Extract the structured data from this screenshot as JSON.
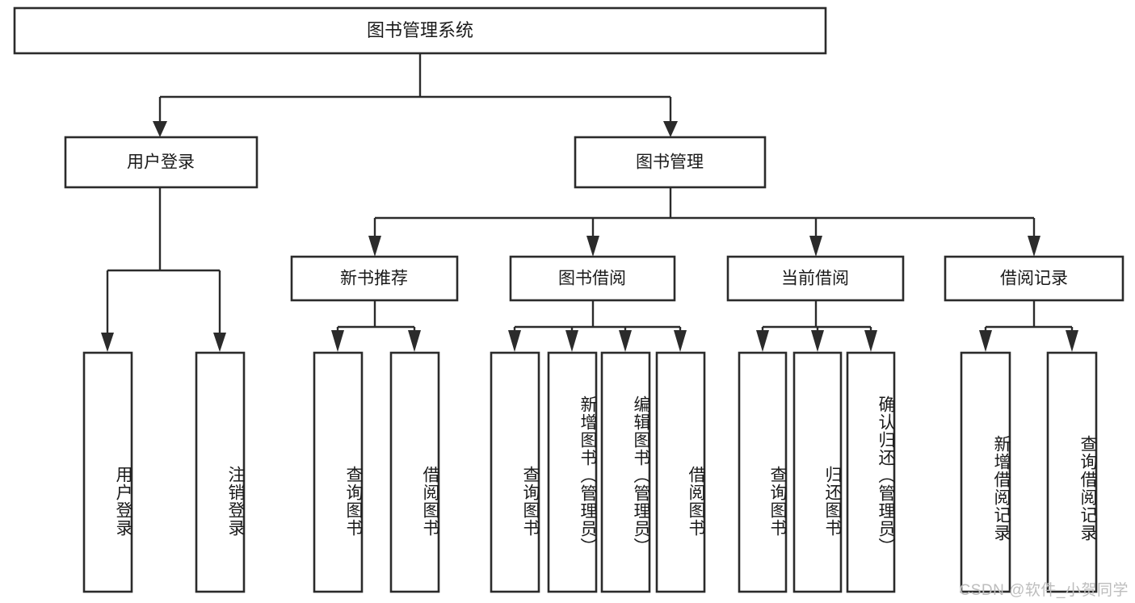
{
  "diagram": {
    "type": "tree-hierarchy",
    "title": "图书管理系统",
    "watermark": "CSDN @软件_小贺同学",
    "colors": {
      "background": "#ffffff",
      "box_stroke": "#2b2b2b",
      "box_fill": "#ffffff",
      "text": "#1a1a1a",
      "connector": "#2b2b2b",
      "watermark": "#bdbdbd"
    },
    "root": {
      "label": "图书管理系统"
    },
    "level2": [
      {
        "label": "用户登录"
      },
      {
        "label": "图书管理"
      }
    ],
    "level3": [
      {
        "label": "新书推荐"
      },
      {
        "label": "图书借阅"
      },
      {
        "label": "当前借阅"
      },
      {
        "label": "借阅记录"
      }
    ],
    "leaves": {
      "user_login": [
        {
          "label": "用户登录"
        },
        {
          "label": "注销登录"
        }
      ],
      "new_book_recommend": [
        {
          "label": "查询图书"
        },
        {
          "label": "借阅图书"
        }
      ],
      "book_borrow": [
        {
          "label": "查询图书"
        },
        {
          "label": "新增图书（管理员）"
        },
        {
          "label": "编辑图书（管理员）"
        },
        {
          "label": "借阅图书"
        }
      ],
      "current_borrow": [
        {
          "label": "查询图书"
        },
        {
          "label": "归还图书"
        },
        {
          "label": "确认归还（管理员）"
        }
      ],
      "borrow_record": [
        {
          "label": "新增借阅记录"
        },
        {
          "label": "查询借阅记录"
        }
      ]
    }
  }
}
